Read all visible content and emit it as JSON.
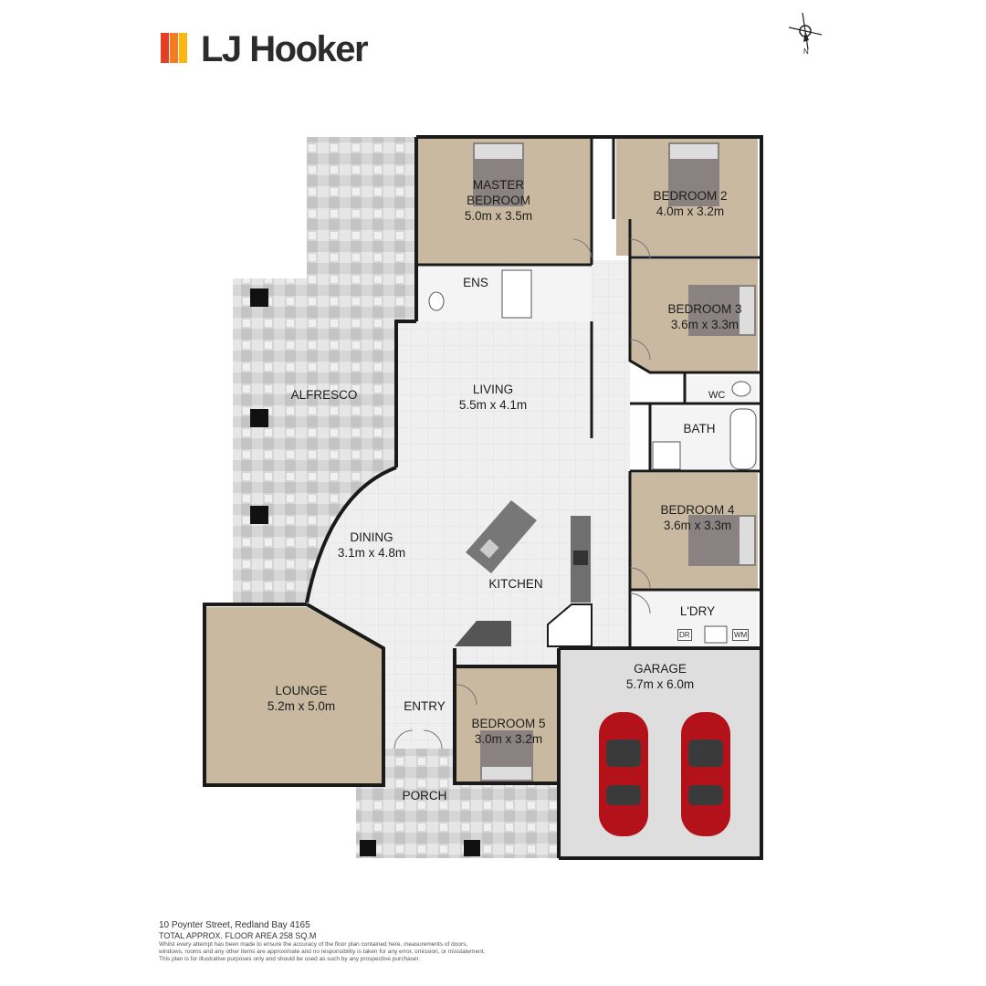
{
  "brand": {
    "name": "LJ Hooker",
    "colors": {
      "red": "#e53e25",
      "orange": "#f47b20",
      "yellow": "#fbb614",
      "text": "#2b2b2b"
    }
  },
  "compass": {
    "label": "N"
  },
  "rooms": {
    "master": {
      "name_line1": "MASTER",
      "name_line2": "BEDROOM",
      "dims": "5.0m x 3.5m"
    },
    "bed2": {
      "name": "BEDROOM 2",
      "dims": "4.0m x 3.2m"
    },
    "bed3": {
      "name": "BEDROOM 3",
      "dims": "3.6m x 3.3m"
    },
    "bed4": {
      "name": "BEDROOM 4",
      "dims": "3.6m x 3.3m"
    },
    "bed5": {
      "name": "BEDROOM 5",
      "dims": "3.0m x 3.2m"
    },
    "ens": {
      "name": "ENS"
    },
    "wc": {
      "name": "WC"
    },
    "bath": {
      "name": "BATH"
    },
    "living": {
      "name": "LIVING",
      "dims": "5.5m x 4.1m"
    },
    "alfresco": {
      "name": "ALFRESCO"
    },
    "dining": {
      "name": "DINING",
      "dims": "3.1m x 4.8m"
    },
    "kitchen": {
      "name": "KITCHEN"
    },
    "ldry": {
      "name": "L'DRY",
      "dr": "DR",
      "wm": "WM"
    },
    "lounge": {
      "name": "LOUNGE",
      "dims": "5.2m x 5.0m"
    },
    "entry": {
      "name": "ENTRY"
    },
    "garage": {
      "name": "GARAGE",
      "dims": "5.7m x 6.0m"
    },
    "porch": {
      "name": "PORCH"
    }
  },
  "colors": {
    "carpet": "#c9b9a0",
    "floor": "#efefef",
    "wall": "#1a1a1a",
    "tile": "#cfcfcf",
    "garage": "#dedede",
    "car": "#b3121b"
  },
  "footer": {
    "address": "10 Poynter Street, Redland Bay 4165",
    "area": "TOTAL APPROX. FLOOR AREA 258 SQ.M",
    "disclaimer_1": "Whilst every attempt has been made to ensure the accuracy of the floor plan contained here, measurements of doors,",
    "disclaimer_2": "windows, rooms and any other items are approximate and no responsibility is taken for any error, omission, or misstatement.",
    "disclaimer_3": "This plan is for illustrative purposes only and should be used as such by any prospective purchaser."
  }
}
